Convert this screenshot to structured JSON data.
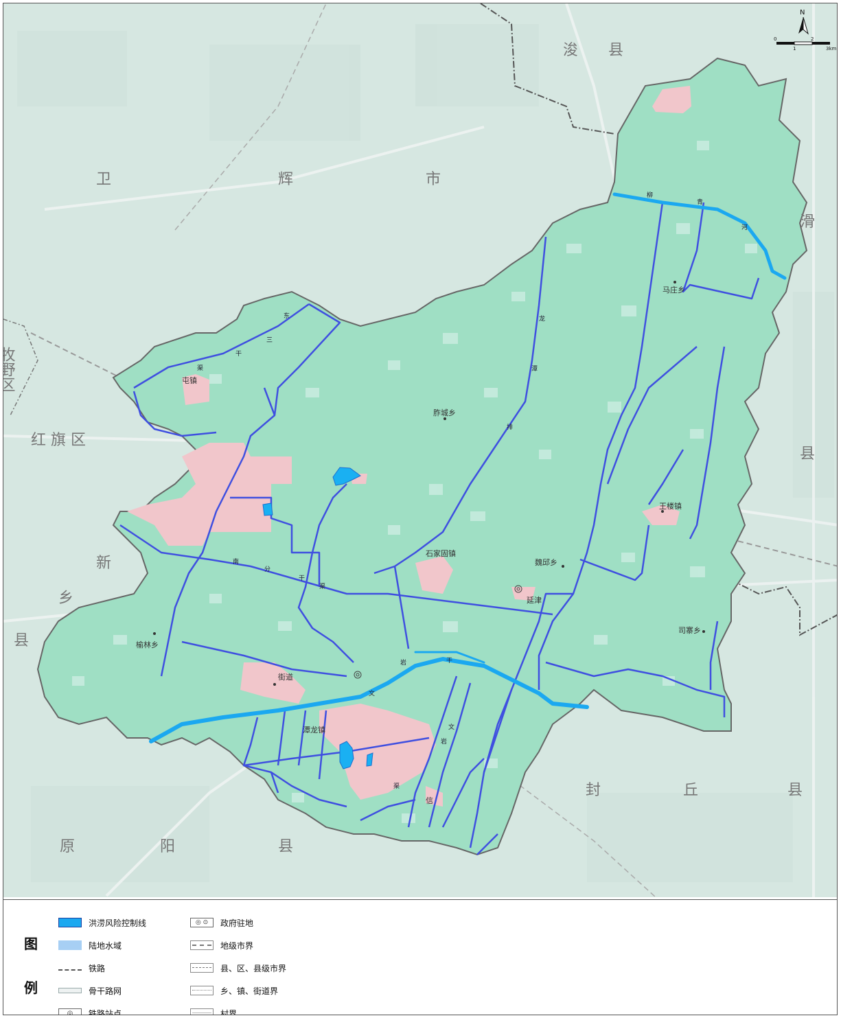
{
  "map": {
    "north_label": "N",
    "scale_ticks": [
      "0",
      "1",
      "2",
      "3km"
    ],
    "colors": {
      "background": "#d4e6e0",
      "county_area": "#9fdfc4",
      "urban_area": "#f1c6cb",
      "flood_line": "#1ba8f0",
      "canal": "#3344dd",
      "lake": "#1ab0f2",
      "boundary": "#555555"
    },
    "neighbor_labels": [
      {
        "id": "xun",
        "text": "浚　　县"
      },
      {
        "id": "weihui1",
        "text": "卫"
      },
      {
        "id": "weihui2",
        "text": "辉"
      },
      {
        "id": "weihui3",
        "text": "市"
      },
      {
        "id": "hua1",
        "text": "滑"
      },
      {
        "id": "hua2",
        "text": "县"
      },
      {
        "id": "hongqi",
        "text": "红 旗 区"
      },
      {
        "id": "muye",
        "text": "牧野区"
      },
      {
        "id": "xinxiang1",
        "text": "新"
      },
      {
        "id": "xinxiang2",
        "text": "乡"
      },
      {
        "id": "xinxiang3",
        "text": "县"
      },
      {
        "id": "fengqiu1",
        "text": "封"
      },
      {
        "id": "fengqiu2",
        "text": "丘"
      },
      {
        "id": "fengqiu3",
        "text": "县"
      },
      {
        "id": "yuanyang1",
        "text": "原"
      },
      {
        "id": "yuanyang2",
        "text": "阳"
      },
      {
        "id": "yuanyang3",
        "text": "县"
      }
    ],
    "town_labels": [
      {
        "id": "mazhuang",
        "text": "马庄乡"
      },
      {
        "id": "zuocheng",
        "text": "胙城乡"
      },
      {
        "id": "wanglou",
        "text": "王楼镇"
      },
      {
        "id": "shijiagu",
        "text": "石家固镇"
      },
      {
        "id": "weiqiu",
        "text": "魏邱乡"
      },
      {
        "id": "sizhai",
        "text": "司寨乡"
      },
      {
        "id": "yulin",
        "text": "榆林乡"
      },
      {
        "id": "tunzhen",
        "text": "屯镇"
      },
      {
        "id": "jiedao",
        "text": "街道"
      },
      {
        "id": "longzhen",
        "text": "潭龙镇"
      },
      {
        "id": "yanjin",
        "text": "延津"
      },
      {
        "id": "xin",
        "text": "信"
      }
    ],
    "canal_labels": [
      {
        "id": "c1",
        "text": "柳"
      },
      {
        "id": "c2",
        "text": "青"
      },
      {
        "id": "c3",
        "text": "河"
      },
      {
        "id": "c4",
        "text": "东"
      },
      {
        "id": "c5",
        "text": "三"
      },
      {
        "id": "c6",
        "text": "干"
      },
      {
        "id": "c7",
        "text": "渠"
      },
      {
        "id": "c8",
        "text": "龙"
      },
      {
        "id": "c9",
        "text": "潭"
      },
      {
        "id": "c10",
        "text": "排"
      },
      {
        "id": "c11",
        "text": "南"
      },
      {
        "id": "c12",
        "text": "分"
      },
      {
        "id": "c13",
        "text": "干"
      },
      {
        "id": "c14",
        "text": "渠"
      },
      {
        "id": "c15",
        "text": "文"
      },
      {
        "id": "c16",
        "text": "岩"
      },
      {
        "id": "c17",
        "text": "干"
      },
      {
        "id": "c18",
        "text": "文"
      },
      {
        "id": "c19",
        "text": "岩"
      },
      {
        "id": "c20",
        "text": "渠"
      }
    ]
  },
  "legend": {
    "title_top": "图",
    "title_bottom": "例",
    "items": [
      {
        "key": "flood",
        "label": "洪涝风险控制线"
      },
      {
        "key": "water",
        "label": "陆地水域"
      },
      {
        "key": "railway",
        "label": "铁路"
      },
      {
        "key": "road",
        "label": "骨干路网"
      },
      {
        "key": "station",
        "label": "铁路站点",
        "symbol": "◎"
      },
      {
        "key": "gov",
        "label": "政府驻地",
        "symbol": "◎ ⊙"
      },
      {
        "key": "city_bound",
        "label": "地级市界"
      },
      {
        "key": "county_bound",
        "label": "县、区、县级市界"
      },
      {
        "key": "town_bound",
        "label": "乡、镇、街道界"
      },
      {
        "key": "village_bound",
        "label": "村界"
      }
    ]
  }
}
